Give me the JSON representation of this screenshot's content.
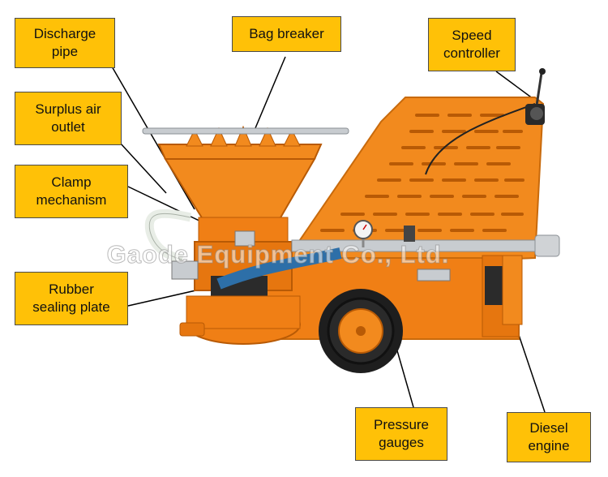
{
  "labels": {
    "discharge_pipe": "Discharge\npipe",
    "bag_breaker": "Bag breaker",
    "speed_controller": "Speed\ncontroller",
    "surplus_air_outlet": "Surplus air\noutlet",
    "clamp_mechanism": "Clamp\nmechanism",
    "rubber_sealing_plate": "Rubber\nsealing plate",
    "pressure_gauges": "Pressure\ngauges",
    "diesel_engine": "Diesel\nengine"
  },
  "watermark": "Gaode Equipment Co., Ltd.",
  "colors": {
    "label_fill": "#FFC107",
    "machine_orange": "#F28A1E",
    "machine_dark_orange": "#D9700C",
    "hose_blue": "#2D6FA8",
    "steel": "#C8CCD0"
  }
}
